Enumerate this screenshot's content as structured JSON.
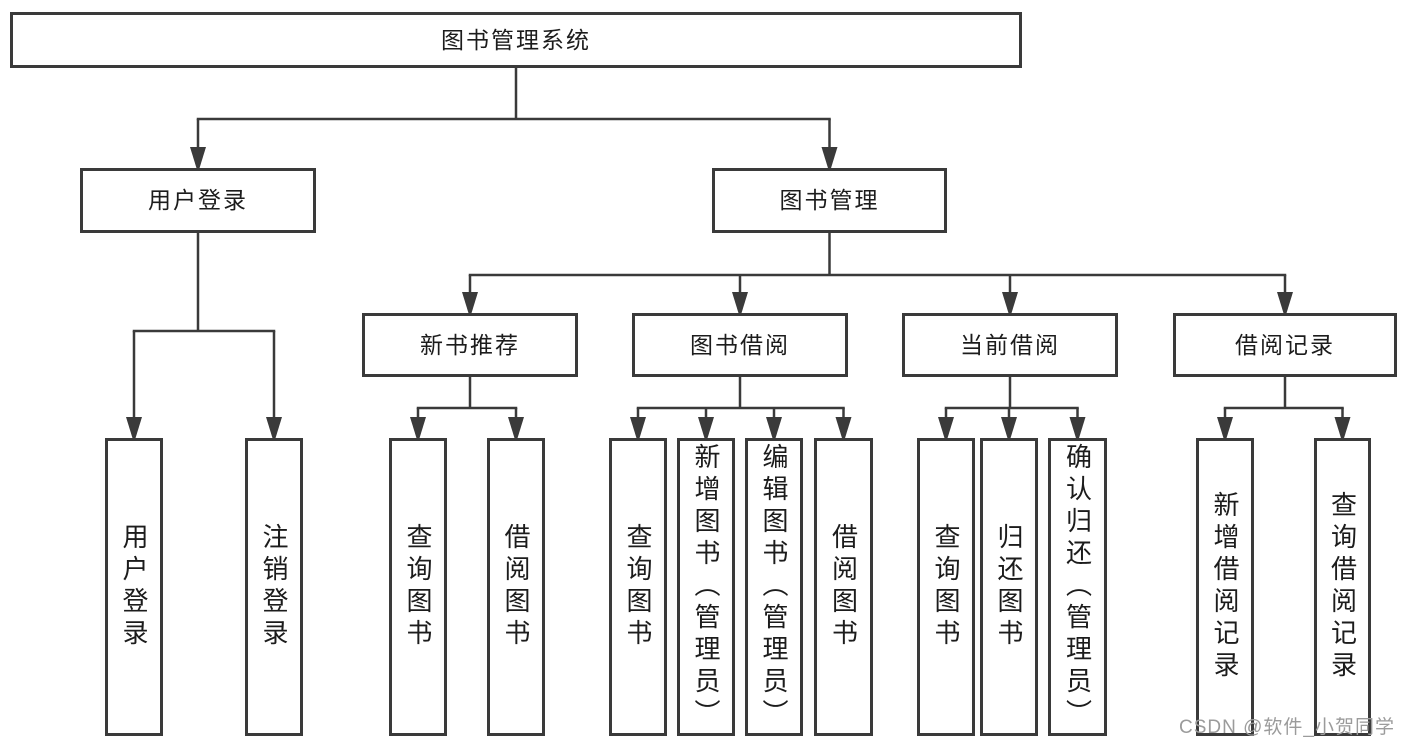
{
  "diagram": {
    "title": "图书管理系统",
    "nodes": {
      "root": {
        "label": "图书管理系统",
        "orientation": "horizontal"
      },
      "user-login": {
        "label": "用户登录",
        "orientation": "horizontal"
      },
      "book-mgmt": {
        "label": "图书管理",
        "orientation": "horizontal"
      },
      "new-book-rec": {
        "label": "新书推荐",
        "orientation": "horizontal"
      },
      "book-borrow": {
        "label": "图书借阅",
        "orientation": "horizontal"
      },
      "current-borrow": {
        "label": "当前借阅",
        "orientation": "horizontal"
      },
      "borrow-record": {
        "label": "借阅记录",
        "orientation": "horizontal"
      },
      "login": {
        "label": "用户登录",
        "orientation": "vertical"
      },
      "logout": {
        "label": "注销登录",
        "orientation": "vertical"
      },
      "nb-query": {
        "label": "查询图书",
        "orientation": "vertical"
      },
      "nb-borrow": {
        "label": "借阅图书",
        "orientation": "vertical"
      },
      "bb-query": {
        "label": "查询图书",
        "orientation": "vertical"
      },
      "bb-add": {
        "label": "新增图书（管理员）",
        "orientation": "vertical"
      },
      "bb-edit": {
        "label": "编辑图书（管理员）",
        "orientation": "vertical"
      },
      "bb-borrow": {
        "label": "借阅图书",
        "orientation": "vertical"
      },
      "cb-query": {
        "label": "查询图书",
        "orientation": "vertical"
      },
      "cb-return": {
        "label": "归还图书",
        "orientation": "vertical"
      },
      "cb-confirm": {
        "label": "确认归还（管理员）",
        "orientation": "vertical"
      },
      "br-add": {
        "label": "新增借阅记录",
        "orientation": "vertical"
      },
      "br-query": {
        "label": "查询借阅记录",
        "orientation": "vertical"
      }
    },
    "hierarchy": [
      {
        "parent": "root",
        "children": [
          "user-login",
          "book-mgmt"
        ]
      },
      {
        "parent": "user-login",
        "children": [
          "login",
          "logout"
        ]
      },
      {
        "parent": "book-mgmt",
        "children": [
          "new-book-rec",
          "book-borrow",
          "current-borrow",
          "borrow-record"
        ]
      },
      {
        "parent": "new-book-rec",
        "children": [
          "nb-query",
          "nb-borrow"
        ]
      },
      {
        "parent": "book-borrow",
        "children": [
          "bb-query",
          "bb-add",
          "bb-edit",
          "bb-borrow"
        ]
      },
      {
        "parent": "current-borrow",
        "children": [
          "cb-query",
          "cb-return",
          "cb-confirm"
        ]
      },
      {
        "parent": "borrow-record",
        "children": [
          "br-add",
          "br-query"
        ]
      }
    ]
  },
  "watermark": {
    "text": "CSDN @软件_小贺同学"
  },
  "colors": {
    "line": "#3a3a3a",
    "box_border": "#3a3a3a",
    "box_fill": "#ffffff",
    "text": "#1c1c1c",
    "watermark": "#9b9b9b",
    "background": "#ffffff"
  }
}
